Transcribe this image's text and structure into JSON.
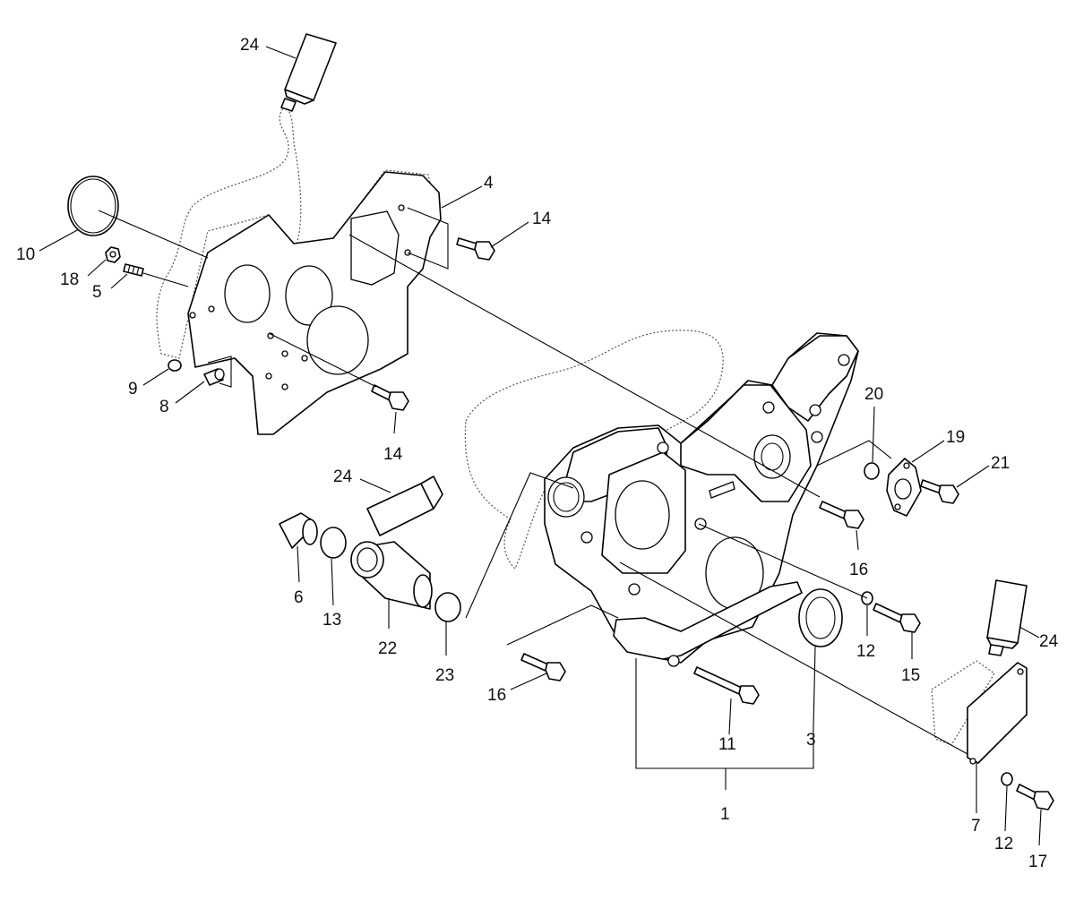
{
  "diagram": {
    "colors": {
      "line": "#000000",
      "background": "#ffffff",
      "sealant": "#555555"
    },
    "callouts": [
      {
        "id": "c24a",
        "label": "24"
      },
      {
        "id": "c4",
        "label": "4"
      },
      {
        "id": "c14a",
        "label": "14"
      },
      {
        "id": "c10",
        "label": "10"
      },
      {
        "id": "c18",
        "label": "18"
      },
      {
        "id": "c5",
        "label": "5"
      },
      {
        "id": "c9",
        "label": "9"
      },
      {
        "id": "c8",
        "label": "8"
      },
      {
        "id": "c14b",
        "label": "14"
      },
      {
        "id": "c20",
        "label": "20"
      },
      {
        "id": "c19",
        "label": "19"
      },
      {
        "id": "c21",
        "label": "21"
      },
      {
        "id": "c24b",
        "label": "24"
      },
      {
        "id": "c16a",
        "label": "16"
      },
      {
        "id": "c6",
        "label": "6"
      },
      {
        "id": "c13",
        "label": "13"
      },
      {
        "id": "c22",
        "label": "22"
      },
      {
        "id": "c23",
        "label": "23"
      },
      {
        "id": "c24c",
        "label": "24"
      },
      {
        "id": "c12a",
        "label": "12"
      },
      {
        "id": "c15",
        "label": "15"
      },
      {
        "id": "c16b",
        "label": "16"
      },
      {
        "id": "c11",
        "label": "11"
      },
      {
        "id": "c3",
        "label": "3"
      },
      {
        "id": "c1",
        "label": "1"
      },
      {
        "id": "c7",
        "label": "7"
      },
      {
        "id": "c12b",
        "label": "12"
      },
      {
        "id": "c17",
        "label": "17"
      }
    ]
  }
}
